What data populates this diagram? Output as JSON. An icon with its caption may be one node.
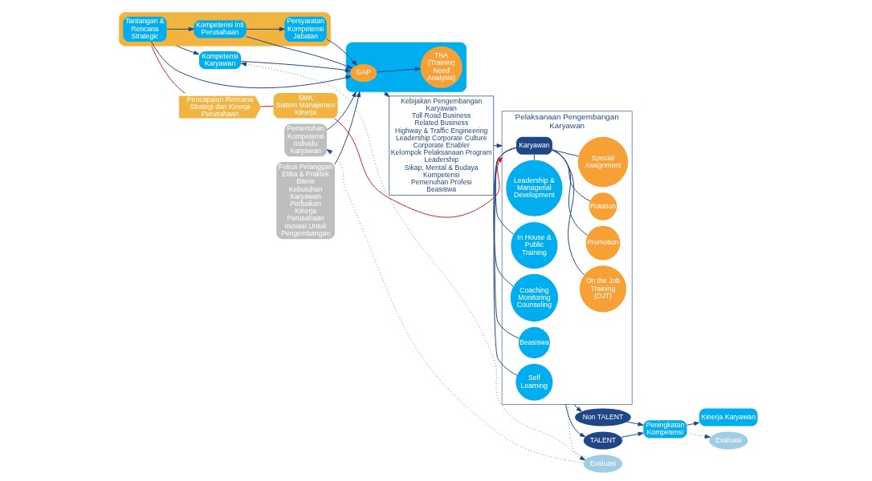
{
  "diagram": {
    "nodes": [
      {
        "text": [],
        "shape": "box"
      },
      {
        "text": [
          "Tantangan & Rencana Strategic"
        ],
        "in": 0
      },
      {
        "text": [
          "Kompetensi Inti Perusahaan"
        ],
        "in": 0
      },
      {
        "text": [
          "Persyaratan Kompetensi Jabatan"
        ],
        "in": 0
      },
      {
        "text": [
          "Kompetensi Karyawan"
        ]
      },
      {
        "text": [
          "Fokus Pelanggan",
          "Etika & Praktek Bisnis",
          "Kebutuhan Karyawan",
          "Perbaikan Kinerja Perusahaan",
          "Inovasi Untuk Pengembangan"
        ]
      },
      {
        "text": [],
        "shape": "box"
      },
      {
        "text": [
          "GAP"
        ],
        "in": 6
      },
      {
        "text": [
          "TNA (Training Need Analysis)"
        ],
        "in": 6
      },
      {
        "text": [
          "Pemenuhan Kompetensi Individu Karyawan"
        ]
      },
      {
        "text": [
          "Kebijakan Pengembangan Karyawan",
          "Toll Road Business",
          "Related Business",
          "Highway & Traffic Engineering",
          "Leadership Corporate Culture",
          "Corporate Enabler",
          "Kelompok Pelaksanaan Program",
          "Leadership",
          "Sikap, Mental & Budaya",
          "Kompetensi",
          "Pemenuhan Profesi",
          "Beasiswa"
        ]
      },
      {
        "text": [
          "Pelaksanaan Pengembangan Karyawan"
        ]
      },
      {
        "text": [
          "Karyawan"
        ],
        "in": 11
      },
      {
        "text": [
          "On the Job Training (OJT)"
        ],
        "in": 11
      },
      {
        "text": [
          "Promotion"
        ],
        "in": 11
      },
      {
        "text": [
          "Rotation"
        ],
        "in": 11
      },
      {
        "text": [
          "Special Assignment"
        ],
        "in": 11
      },
      {
        "text": [
          "Leadership & Managerial Development"
        ],
        "in": 11
      },
      {
        "text": [
          "In House & Public Training"
        ],
        "in": 11
      },
      {
        "text": [
          "Coaching Monitoring Counseling"
        ],
        "in": 11
      },
      {
        "text": [
          "Beasiswa"
        ],
        "in": 11
      },
      {
        "text": [
          "Self Learning"
        ],
        "in": 11
      },
      {
        "text": [
          "Non TALENT"
        ]
      },
      {
        "text": [
          "TALENT"
        ]
      },
      {
        "text": [
          "Peningkatan Kompetensi"
        ]
      },
      {
        "text": [
          "Kinerja Karyawan"
        ]
      },
      {
        "text": [
          "Pencapaian Rencana Strategi dan Kinerja Perusahaan"
        ]
      },
      {
        "text": [
          "SMK",
          "Sistem Manajemen Kinerja"
        ]
      },
      {
        "text": [
          "Evaluasi"
        ]
      },
      {
        "text": [
          "Evaluasi"
        ]
      }
    ],
    "edges": [
      {
        "from": 1,
        "to": 2,
        "arrow": "to"
      },
      {
        "from": 2,
        "to": 3,
        "arrow": "to"
      },
      {
        "from": 0,
        "to": 4,
        "arrow": "to"
      },
      {
        "from": 1,
        "to": 7,
        "arrow": "to"
      },
      {
        "from": 2,
        "to": 7,
        "arrow": "to"
      },
      {
        "from": 3,
        "to": 7,
        "arrow": "to"
      },
      {
        "from": 4,
        "to": 7,
        "arrow": "to"
      },
      {
        "from": 5,
        "to": 6,
        "arrow": "to"
      },
      {
        "from": 7,
        "to": 8,
        "arrow": "to"
      },
      {
        "from": 9,
        "to": 6,
        "arrow": "to"
      },
      {
        "from": 6,
        "to": 10,
        "arrow": "to"
      },
      {
        "from": 10,
        "to": 11,
        "arrow": "to"
      },
      {
        "from": 12,
        "to": 13,
        "arrow": "none"
      },
      {
        "from": 12,
        "to": 14,
        "arrow": "none"
      },
      {
        "from": 12,
        "to": 15,
        "arrow": "none"
      },
      {
        "from": 12,
        "to": 16,
        "arrow": "none"
      },
      {
        "from": 12,
        "to": 17,
        "arrow": "none"
      },
      {
        "from": 12,
        "to": 18,
        "arrow": "none"
      },
      {
        "from": 12,
        "to": 19,
        "arrow": "none"
      },
      {
        "from": 12,
        "to": 20,
        "arrow": "none"
      },
      {
        "from": 12,
        "to": 21,
        "arrow": "none"
      },
      {
        "from": 11,
        "to": 22,
        "arrow": "to"
      },
      {
        "from": 11,
        "to": 23,
        "arrow": "to"
      },
      {
        "from": 22,
        "to": 24,
        "arrow": "to"
      },
      {
        "from": 23,
        "to": 24,
        "arrow": "to"
      },
      {
        "from": 24,
        "to": 25,
        "arrow": "to"
      },
      {
        "from": 11,
        "to": 28,
        "arrow": "to",
        "style": "dashed"
      },
      {
        "from": 24,
        "to": 29,
        "arrow": "to",
        "style": "dashed"
      },
      {
        "from": 28,
        "to": 4,
        "arrow": "to",
        "style": "dashed"
      },
      {
        "from": 28,
        "to": 9,
        "arrow": "to",
        "style": "dashed"
      },
      {
        "from": 0,
        "to": 26,
        "arrow": "none",
        "color": "#d71920"
      },
      {
        "from": 26,
        "to": 27,
        "arrow": "none",
        "color": "#d71920"
      },
      {
        "from": 27,
        "to": 11,
        "arrow": "to",
        "color": "#d71920"
      }
    ]
  }
}
